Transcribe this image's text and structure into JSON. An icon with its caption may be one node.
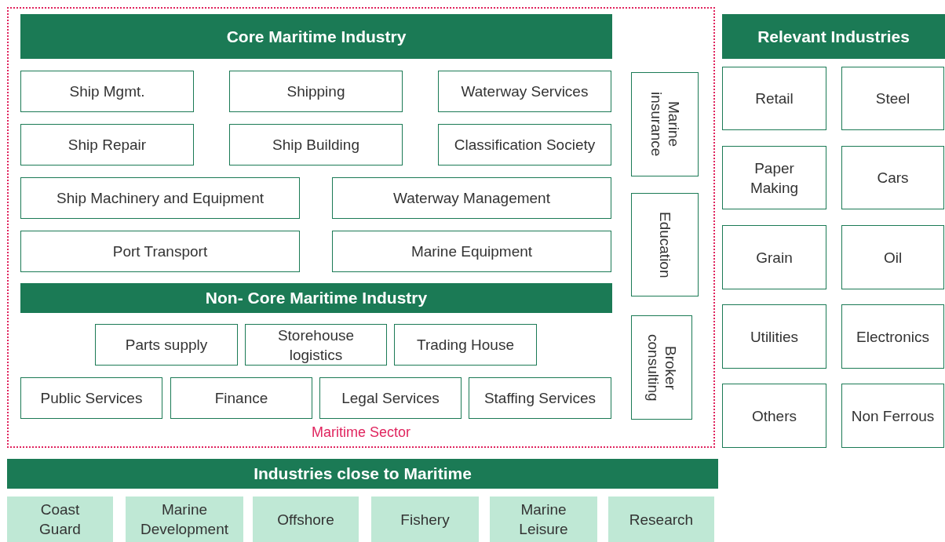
{
  "diagram": {
    "nodes": [
      {
        "text": [
          "Maritime Sector"
        ]
      },
      {
        "text": [
          "Core Maritime Industry"
        ],
        "in": 0
      },
      {
        "text": [
          "Ship Mgmt."
        ],
        "in": 0
      },
      {
        "text": [
          "Shipping"
        ],
        "in": 0
      },
      {
        "text": [
          "Waterway Services"
        ],
        "in": 0
      },
      {
        "text": [
          "Marine insurance"
        ],
        "in": 0
      },
      {
        "text": [
          "Ship Repair"
        ],
        "in": 0
      },
      {
        "text": [
          "Ship Building"
        ],
        "in": 0
      },
      {
        "text": [
          "Classification Society"
        ],
        "in": 0
      },
      {
        "text": [
          "Ship Machinery and Equipment"
        ],
        "in": 0
      },
      {
        "text": [
          "Waterway Management"
        ],
        "in": 0
      },
      {
        "text": [
          "Education"
        ],
        "in": 0
      },
      {
        "text": [
          "Port Transport"
        ],
        "in": 0
      },
      {
        "text": [
          "Marine Equipment"
        ],
        "in": 0
      },
      {
        "text": [
          "Non- Core Maritime Industry"
        ],
        "in": 0
      },
      {
        "text": [
          "Broker consulting"
        ],
        "in": 0
      },
      {
        "text": [
          "Parts supply"
        ],
        "in": 0
      },
      {
        "text": [
          "Storehouse logistics"
        ],
        "in": 0
      },
      {
        "text": [
          "Trading House"
        ],
        "in": 0
      },
      {
        "text": [
          "Public Services"
        ],
        "in": 0
      },
      {
        "text": [
          "Finance"
        ],
        "in": 0
      },
      {
        "text": [
          "Legal Services"
        ],
        "in": 0
      },
      {
        "text": [
          "Staffing Services"
        ],
        "in": 0
      },
      {
        "text": [
          "Relevant Industries"
        ]
      },
      {
        "text": [
          "Retail"
        ]
      },
      {
        "text": [
          "Steel"
        ]
      },
      {
        "text": [
          "Paper Making"
        ]
      },
      {
        "text": [
          "Cars"
        ]
      },
      {
        "text": [
          "Grain"
        ]
      },
      {
        "text": [
          "Oil"
        ]
      },
      {
        "text": [
          "Utilities"
        ]
      },
      {
        "text": [
          "Electronics"
        ]
      },
      {
        "text": [
          "Others"
        ]
      },
      {
        "text": [
          "Non Ferrous"
        ]
      },
      {
        "text": [
          "Industries close to Maritime"
        ]
      },
      {
        "text": [
          "Coast Guard"
        ]
      },
      {
        "text": [
          "Marine Development"
        ]
      },
      {
        "text": [
          "Offshore"
        ]
      },
      {
        "text": [
          "Fishery"
        ]
      },
      {
        "text": [
          "Marine Leisure"
        ]
      },
      {
        "text": [
          "Research"
        ]
      }
    ],
    "edges": []
  }
}
